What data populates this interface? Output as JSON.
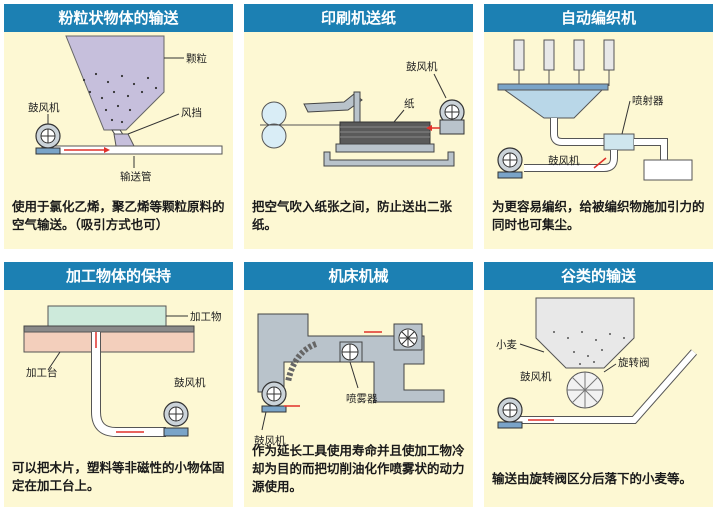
{
  "panels": [
    {
      "title": "粉粒状物体的输送",
      "description": "使用于氯化乙烯，聚乙烯等颗粒原料的空气输送。（吸引方式也可）",
      "labels": {
        "particles": "颗粒",
        "damper": "风挡",
        "blower": "鼓风机",
        "pipe": "输送管"
      }
    },
    {
      "title": "印刷机送纸",
      "description": "把空气吹入纸张之间，防止送出二张纸。",
      "labels": {
        "blower": "鼓风机",
        "paper": "纸"
      }
    },
    {
      "title": "自动编织机",
      "description": "为更容易编织，给被编织物施加引力的同时也可集尘。",
      "labels": {
        "ejector": "喷射器",
        "blower": "鼓风机"
      }
    },
    {
      "title": "加工物体的保持",
      "description": "可以把木片，塑料等非磁性的小物体固定在加工台上。",
      "labels": {
        "workpiece": "加工物",
        "table": "加工台",
        "blower": "鼓风机"
      }
    },
    {
      "title": "机床机械",
      "description": "作为延长工具使用寿命并且使加工物冷却为目的而把切削油化作喷雾状的动力源使用。",
      "labels": {
        "blower": "鼓风机",
        "sprayer": "喷雾器"
      }
    },
    {
      "title": "谷类的输送",
      "description": "输送由旋转阀区分后落下的小麦等。",
      "labels": {
        "wheat": "小麦",
        "blower": "鼓风机",
        "rotary_valve": "旋转阀"
      }
    }
  ],
  "colors": {
    "header": "#1c80b3",
    "panel_bg": "#fdf8d3",
    "machine": "#b9c3cb",
    "hopper": "#c6bfdc",
    "air_arrow": "#e0302a"
  }
}
